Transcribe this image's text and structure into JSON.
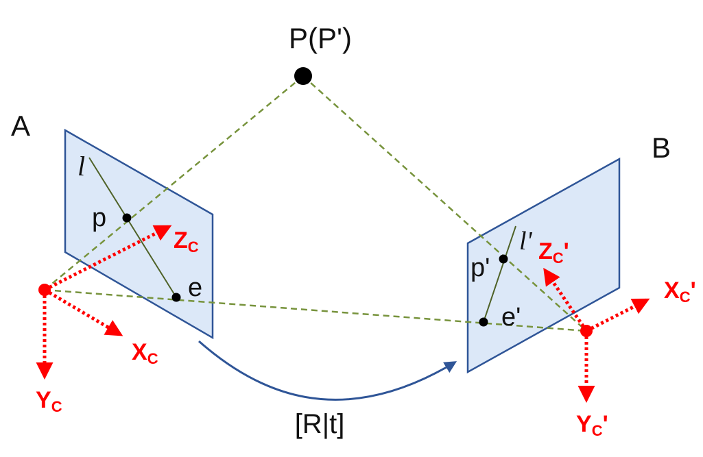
{
  "labels": {
    "world_point": "P(P')",
    "camera_a": "A",
    "camera_b": "B",
    "transform": "[R|t]",
    "epiline_a": "l",
    "epiline_b": "l'",
    "point_a": "p",
    "point_b": "p'",
    "epipole_a": "e",
    "epipole_b": "e'",
    "axes_a": {
      "z_main": "Z",
      "z_sub": "C",
      "z_prime": "",
      "x_main": "X",
      "x_sub": "C",
      "x_prime": "",
      "y_main": "Y",
      "y_sub": "C",
      "y_prime": ""
    },
    "axes_b": {
      "z_main": "Z",
      "z_sub": "C",
      "z_prime": "'",
      "x_main": "X",
      "x_sub": "C",
      "x_prime": "'",
      "y_main": "Y",
      "y_sub": "C",
      "y_prime": "'"
    }
  },
  "colors": {
    "plane_fill": "#dce8f8",
    "plane_stroke": "#2f5597",
    "ray": "#77933c",
    "epiline": "#4f6228",
    "axis": "#ff0000",
    "transform_arrow": "#2f5597",
    "point": "#000000"
  }
}
